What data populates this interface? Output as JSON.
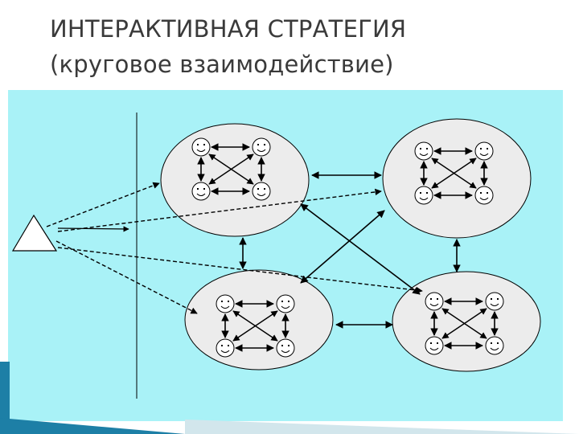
{
  "slide": {
    "title_line1": "ИНТЕРАКТИВНАЯ СТРАТЕГИЯ",
    "title_line2": "(круговое взаимодействие)"
  },
  "diagram": {
    "background_color": "#a9f2f7",
    "groups": 4,
    "faces_per_group": 4,
    "source_shape": "triangle"
  }
}
